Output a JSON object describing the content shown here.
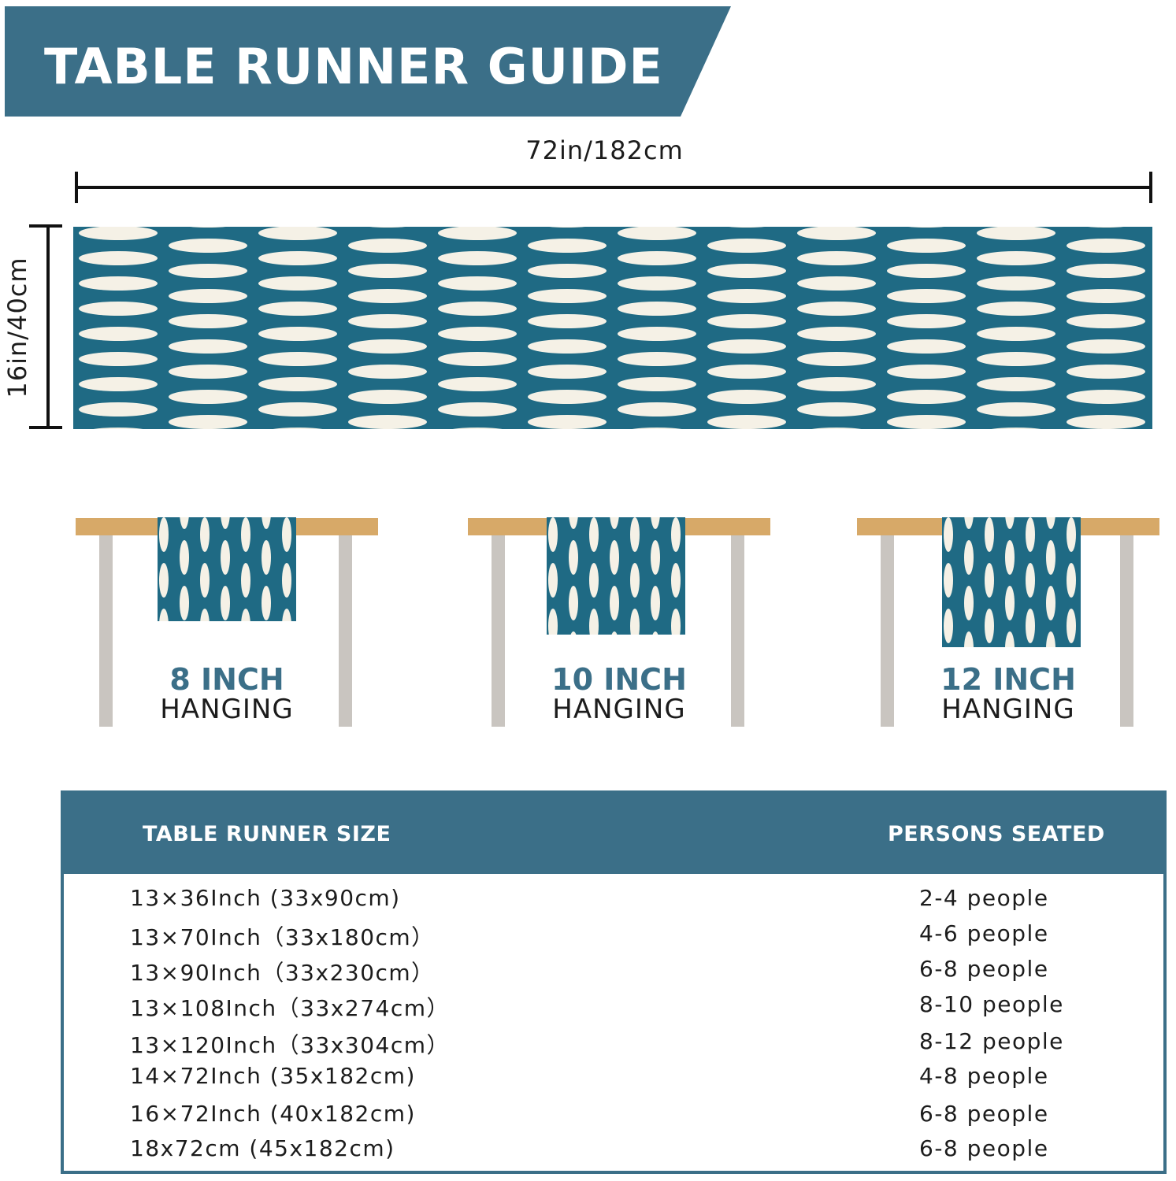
{
  "banner": {
    "title": "TABLE RUNNER GUIDE"
  },
  "dimensions": {
    "width": "72in/182cm",
    "height": "16in/40cm"
  },
  "hanging": [
    {
      "size": "8 INCH",
      "label": "HANGING"
    },
    {
      "size": "10 INCH",
      "label": "HANGING"
    },
    {
      "size": "12 INCH",
      "label": "HANGING"
    }
  ],
  "size_table": {
    "headers": {
      "size": "TABLE RUNNER SIZE",
      "persons": "PERSONS SEATED"
    },
    "rows": [
      {
        "size": "13×36Inch (33x90cm)",
        "persons": "2-4 people"
      },
      {
        "size": "13×70Inch（33x180cm）",
        "persons": "4-6 people"
      },
      {
        "size": "13×90Inch（33x230cm）",
        "persons": "6-8 people"
      },
      {
        "size": "13×108Inch（33x274cm）",
        "persons": "8-10 people"
      },
      {
        "size": "13×120Inch（33x304cm）",
        "persons": "8-12 people"
      },
      {
        "size": "14×72Inch (35x182cm)",
        "persons": "4-8 people"
      },
      {
        "size": "16×72Inch (40x182cm)",
        "persons": "6-8 people"
      },
      {
        "size": "18x72cm (45x182cm)",
        "persons": "6-8 people"
      }
    ]
  },
  "colors": {
    "primary": "#3b6f88",
    "runner_blue": "#1f6a84",
    "cream": "#f5f1e6",
    "wood": "#d7a968",
    "leg": "#c9c5c0"
  }
}
